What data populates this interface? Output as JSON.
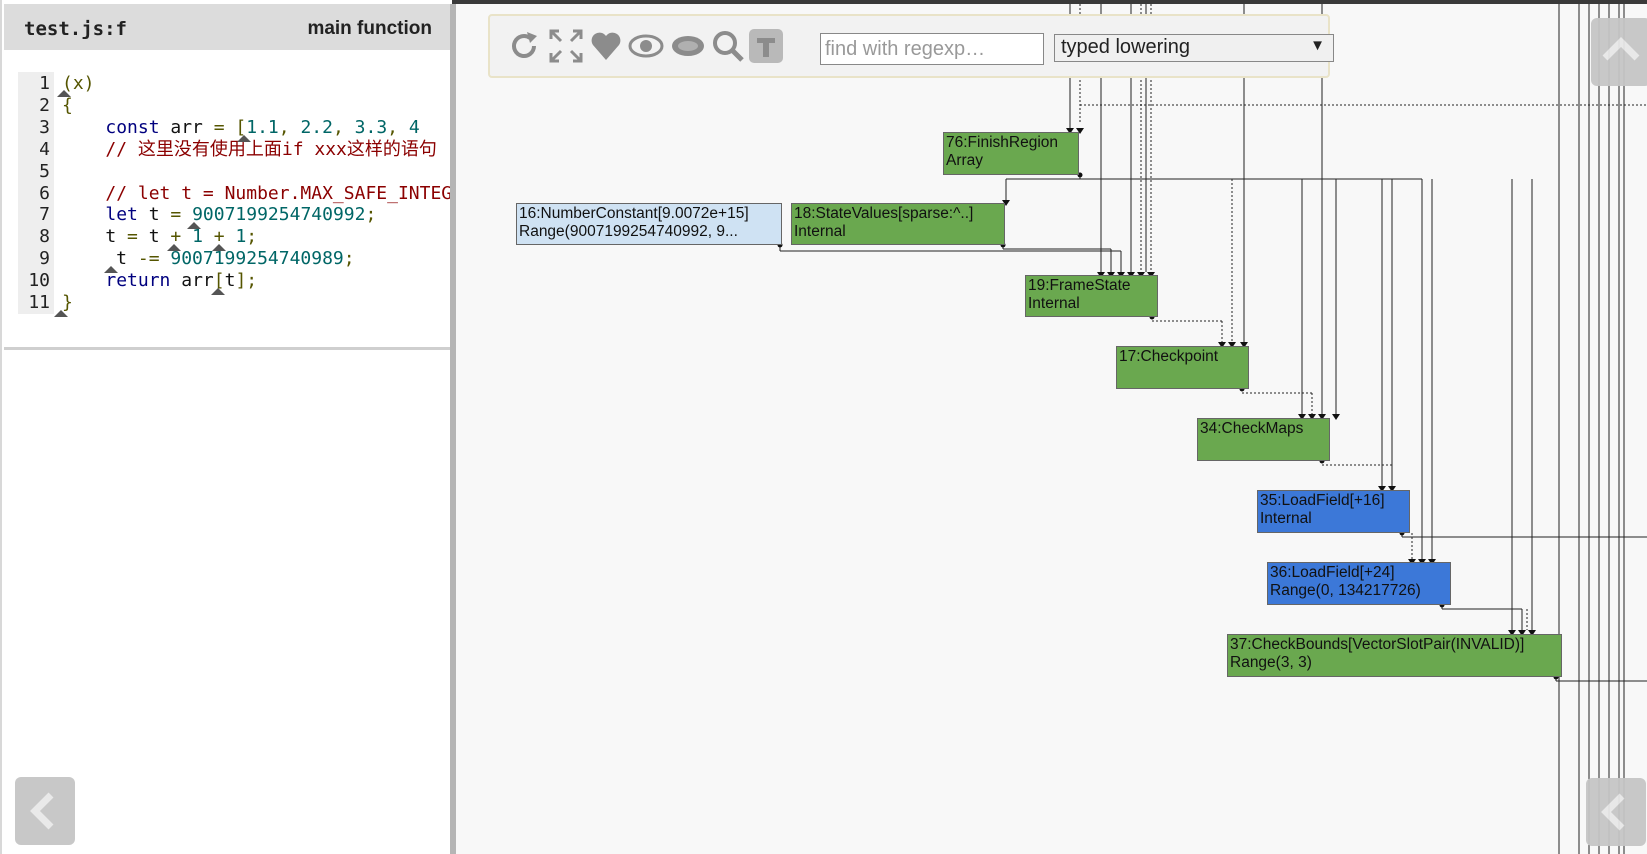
{
  "source": {
    "title": "test.js:f",
    "function_label": "main function",
    "lines": [
      {
        "n": "1",
        "html_segments": [
          [
            "pn",
            "(x)"
          ]
        ]
      },
      {
        "n": "2",
        "html_segments": [
          [
            "pn",
            "{"
          ]
        ]
      },
      {
        "n": "3",
        "html_segments": [
          [
            "",
            "    "
          ],
          [
            "kw",
            "const"
          ],
          [
            "",
            " arr "
          ],
          [
            "pn",
            "= ["
          ],
          [
            "num",
            "1.1"
          ],
          [
            "pn",
            ", "
          ],
          [
            "num",
            "2.2"
          ],
          [
            "pn",
            ", "
          ],
          [
            "num",
            "3.3"
          ],
          [
            "pn",
            ", "
          ],
          [
            "num",
            "4"
          ]
        ]
      },
      {
        "n": "4",
        "html_segments": [
          [
            "",
            "    "
          ],
          [
            "cm",
            "// 这里没有使用上面if xxx这样的语句"
          ]
        ]
      },
      {
        "n": "5",
        "html_segments": [
          [
            "",
            ""
          ]
        ]
      },
      {
        "n": "6",
        "html_segments": [
          [
            "",
            "    "
          ],
          [
            "cm",
            "// let t = Number.MAX_SAFE_INTEGER"
          ]
        ]
      },
      {
        "n": "7",
        "html_segments": [
          [
            "",
            "    "
          ],
          [
            "kw",
            "let"
          ],
          [
            "",
            " t "
          ],
          [
            "pn",
            "= "
          ],
          [
            "num",
            "9007199254740992"
          ],
          [
            "pn",
            ";"
          ]
        ]
      },
      {
        "n": "8",
        "html_segments": [
          [
            "",
            "    t "
          ],
          [
            "pn",
            "= "
          ],
          [
            "",
            "t "
          ],
          [
            "pn",
            "+ "
          ],
          [
            "num",
            "1"
          ],
          [
            "pn",
            " + "
          ],
          [
            "num",
            "1"
          ],
          [
            "pn",
            ";"
          ]
        ]
      },
      {
        "n": "9",
        "html_segments": [
          [
            "",
            "     t "
          ],
          [
            "pn",
            "-= "
          ],
          [
            "num",
            "9007199254740989"
          ],
          [
            "pn",
            ";"
          ]
        ]
      },
      {
        "n": "10",
        "html_segments": [
          [
            "",
            "    "
          ],
          [
            "kw",
            "return"
          ],
          [
            "",
            " arr"
          ],
          [
            "pn",
            "["
          ],
          [
            "",
            "t"
          ],
          [
            "pn",
            "];"
          ]
        ]
      },
      {
        "n": "11",
        "html_segments": [
          [
            "pn",
            "}"
          ]
        ]
      }
    ]
  },
  "toolbar": {
    "icons": [
      "reload-icon",
      "fit-to-screen-icon",
      "heart-icon",
      "show-all-icon",
      "hide-unselected-icon",
      "zoom-search-icon",
      "toggle-types-icon"
    ],
    "search_placeholder": "find with regexp…",
    "phase_selected": "typed lowering",
    "phase_arrow": "▼"
  },
  "graph": {
    "nodes": [
      {
        "id": "76",
        "line1": "76:FinishRegion",
        "line2": "Array",
        "color": "green"
      },
      {
        "id": "16",
        "line1": "16:NumberConstant[9.0072e+15]",
        "line2": "Range(9007199254740992, 9...",
        "color": "lightblue"
      },
      {
        "id": "18",
        "line1": "18:StateValues[sparse:^..]",
        "line2": "Internal",
        "color": "green"
      },
      {
        "id": "19",
        "line1": "19:FrameState",
        "line2": "Internal",
        "color": "green"
      },
      {
        "id": "17",
        "line1": "17:Checkpoint",
        "line2": "",
        "color": "green"
      },
      {
        "id": "34",
        "line1": "34:CheckMaps",
        "line2": "",
        "color": "green"
      },
      {
        "id": "35",
        "line1": "35:LoadField[+16]",
        "line2": "Internal",
        "color": "blue"
      },
      {
        "id": "36",
        "line1": "36:LoadField[+24]",
        "line2": "Range(0, 134217726)",
        "color": "blue"
      },
      {
        "id": "37",
        "line1": "37:CheckBounds[VectorSlotPair(INVALID)]",
        "line2": "Range(3, 3)",
        "color": "green"
      }
    ]
  },
  "colors": {
    "green_node": "#6aa84f",
    "blue_node": "#3c78d8",
    "light_blue_node": "#cfe2f3",
    "graph_bg": "#f8f8f8"
  }
}
